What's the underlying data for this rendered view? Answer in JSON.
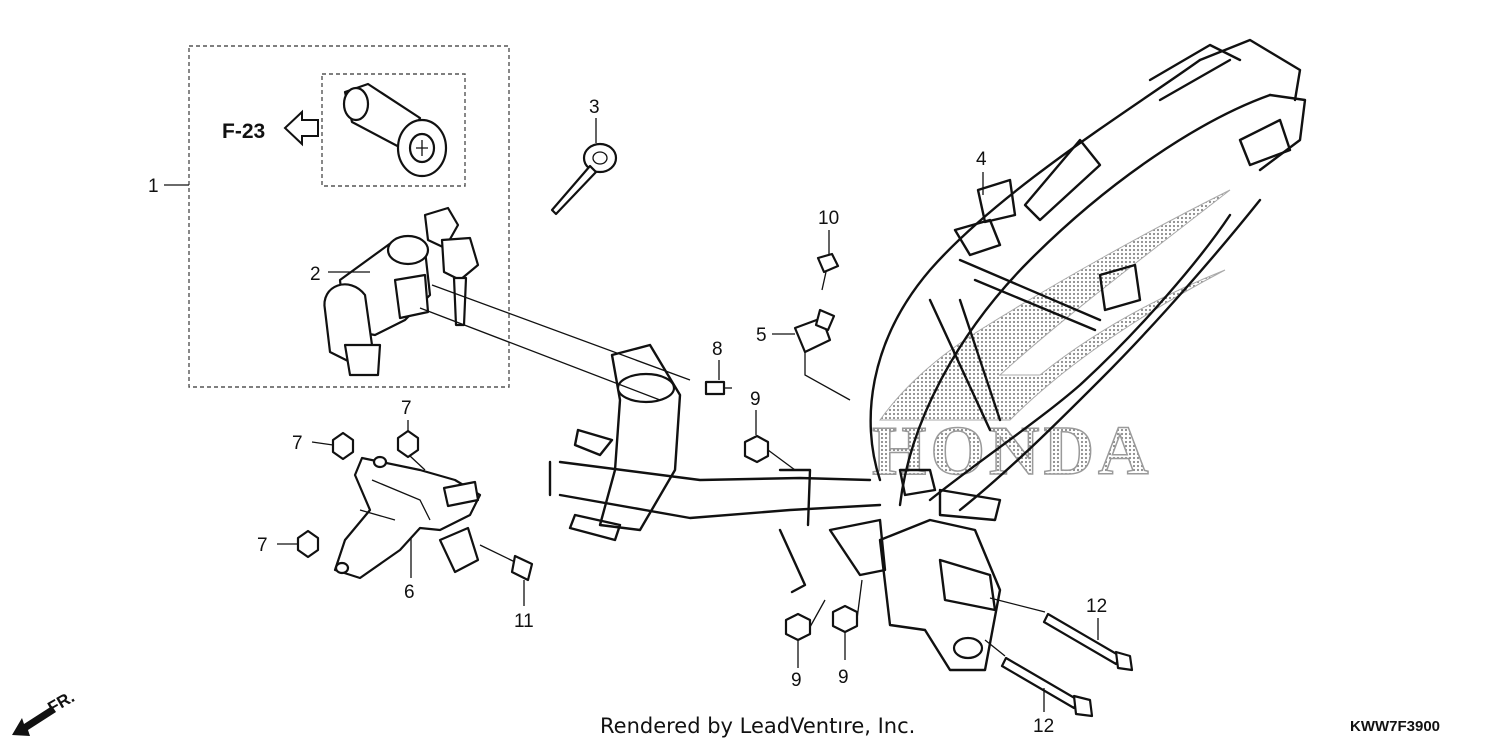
{
  "callouts": {
    "c1": "1",
    "c2": "2",
    "c3": "3",
    "c4": "4",
    "c5": "5",
    "c6": "6",
    "c7a": "7",
    "c7b": "7",
    "c7c": "7",
    "c8": "8",
    "c9a": "9",
    "c9b": "9",
    "c9c": "9",
    "c10": "10",
    "c11": "11",
    "c12a": "12",
    "c12b": "12"
  },
  "ref_label": "F-23",
  "front_label": "FR.",
  "watermark": "HONDA",
  "footer": {
    "credit": "Rendered by LeadVentıre, Inc.",
    "diagram_code": "KWW7F3900"
  }
}
